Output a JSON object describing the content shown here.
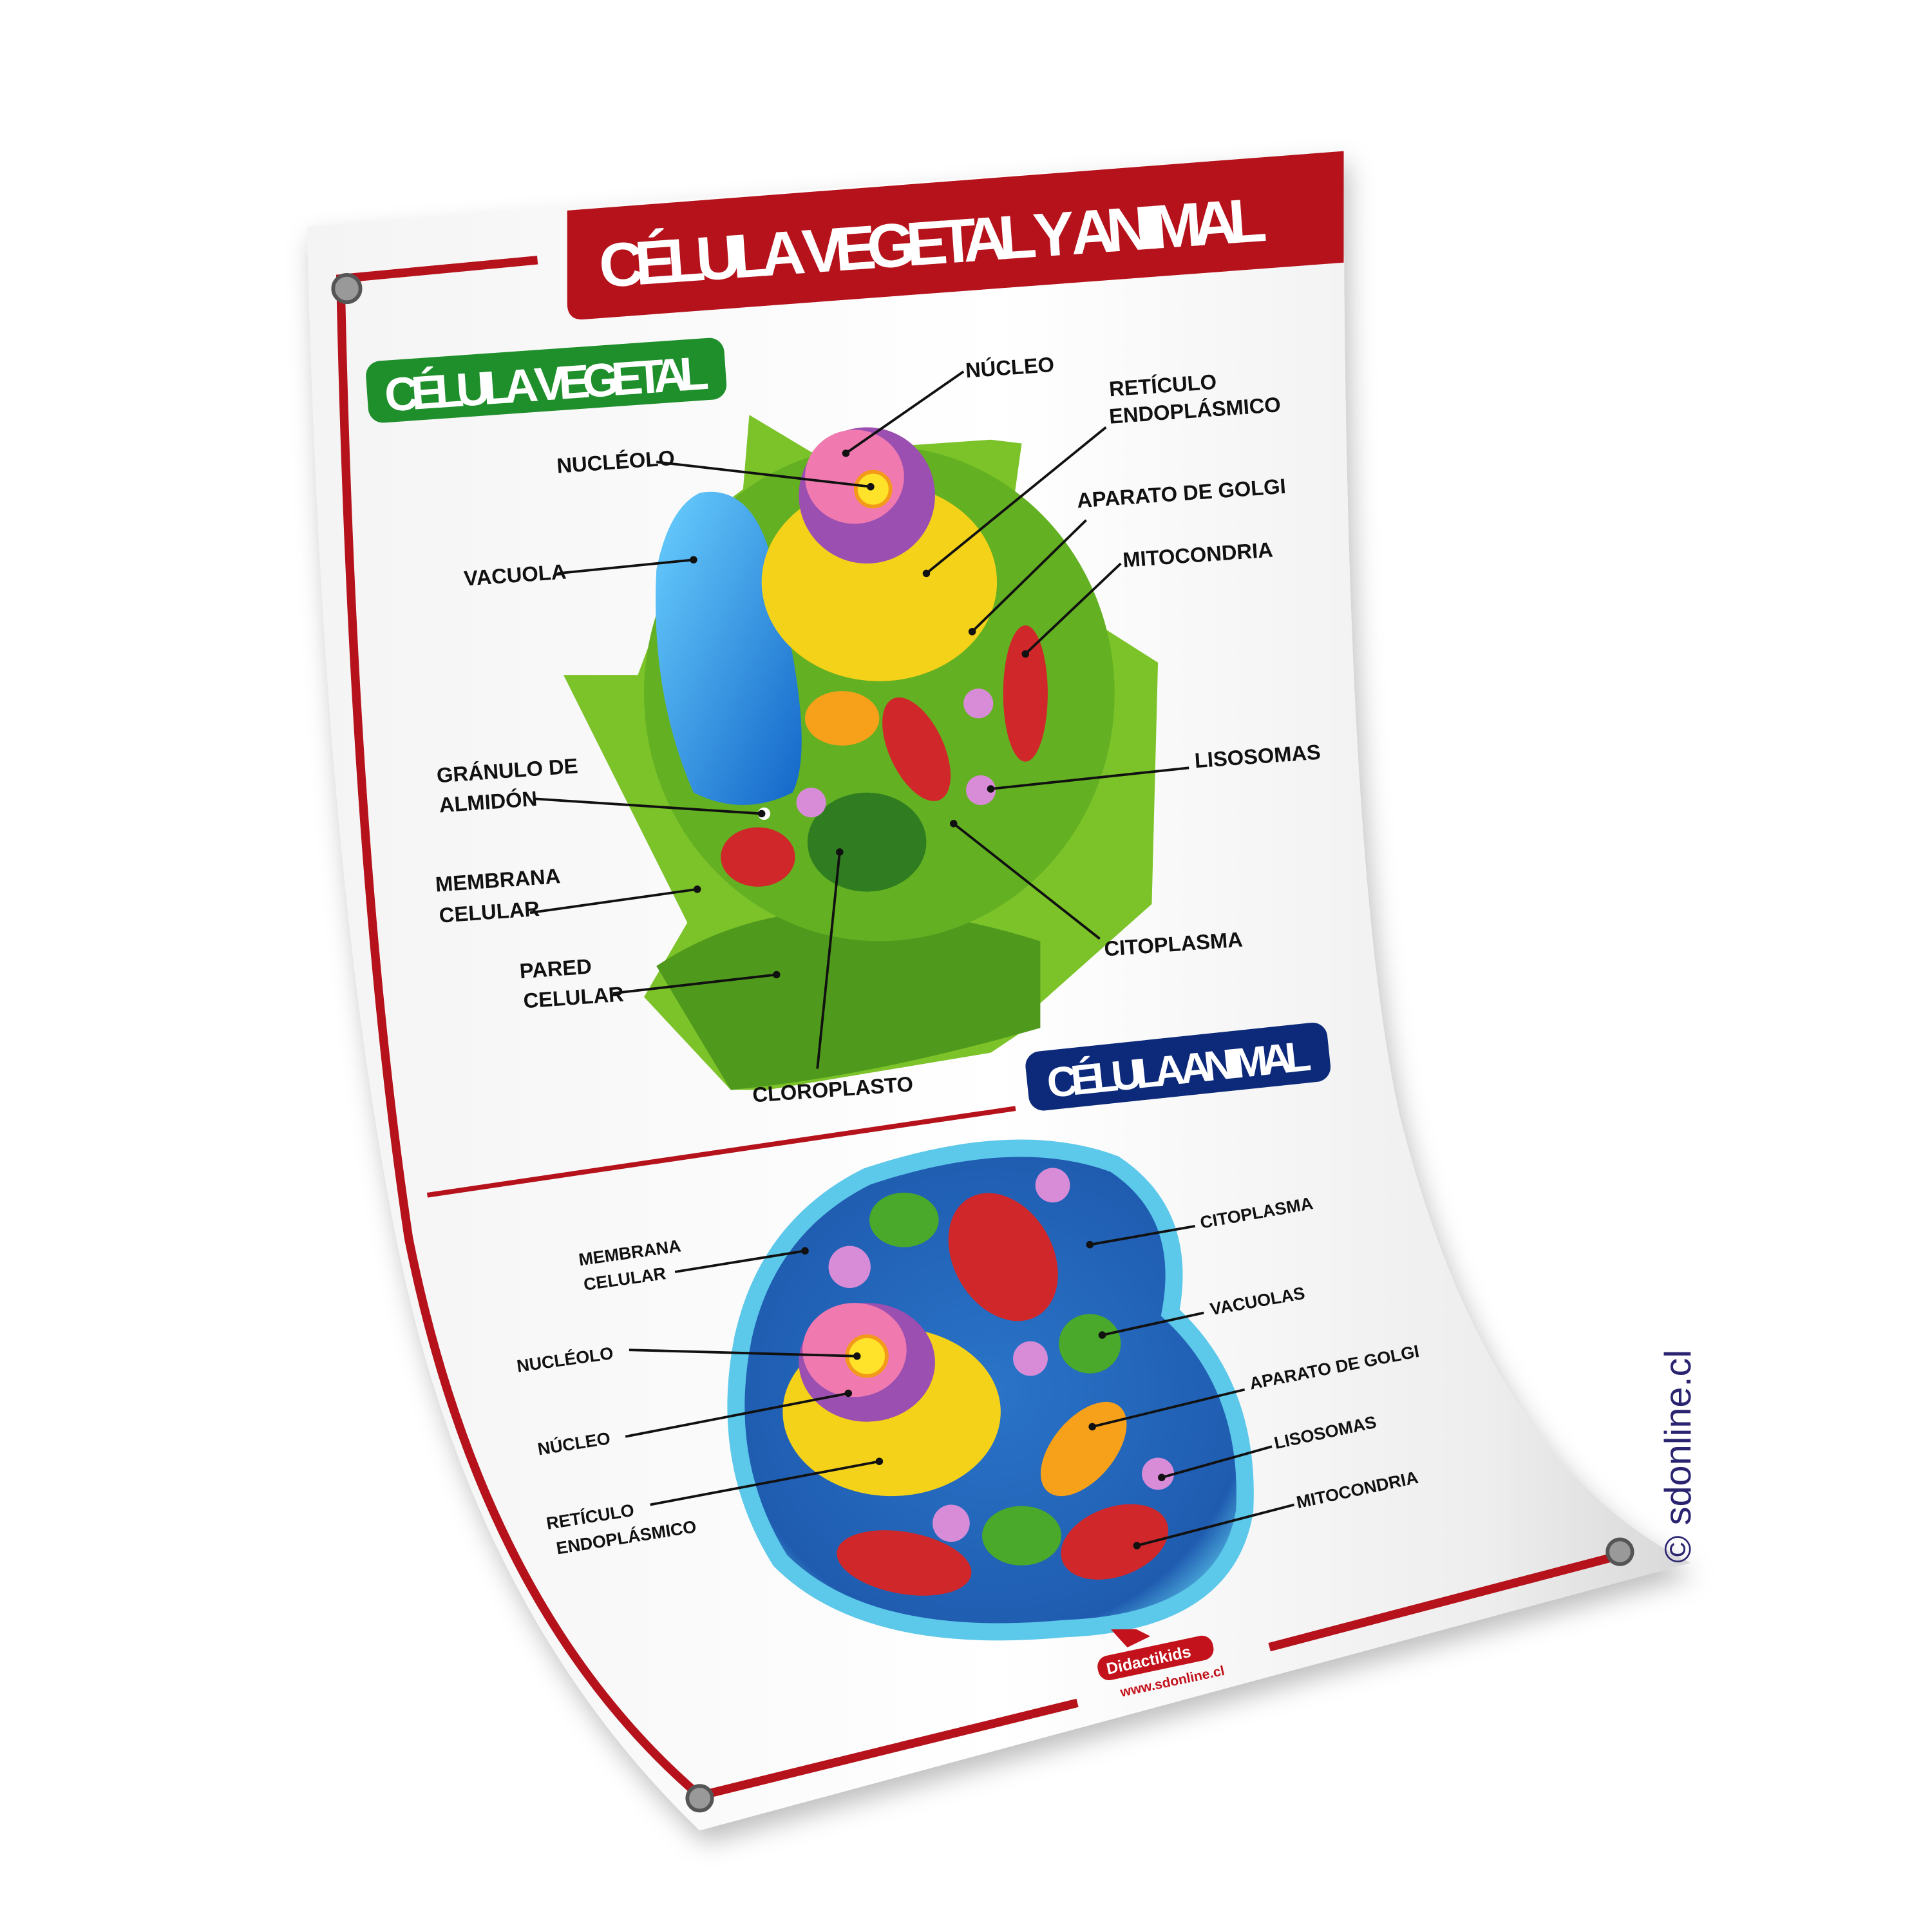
{
  "poster": {
    "title": "CÉLULA VEGETAL Y ANIMAL",
    "colors": {
      "title_bar": "#b5121b",
      "plant_header": "#1f8f2c",
      "animal_header": "#0d2a7a",
      "border": "#b5121b"
    }
  },
  "plant_cell": {
    "heading": "CÉLULA VEGETAL",
    "labels": {
      "nucleo": "NÚCLEO",
      "reticulo_1": "RETÍCULO",
      "reticulo_2": "ENDOPLÁSMICO",
      "nucleolo": "NUCLÉOLO",
      "golgi": "APARATO DE GOLGI",
      "vacuola": "VACUOLA",
      "mitocondria": "MITOCONDRIA",
      "lisosomas": "LISOSOMAS",
      "granulo_1": "GRÁNULO DE",
      "granulo_2": "ALMIDÓN",
      "membrana_1": "MEMBRANA",
      "membrana_2": "CELULAR",
      "pared_1": "PARED",
      "pared_2": "CELULAR",
      "citoplasma": "CITOPLASMA",
      "cloroplasto": "CLOROPLASTO"
    }
  },
  "animal_cell": {
    "heading": "CÉLULA ANIMAL",
    "labels": {
      "membrana_1": "MEMBRANA",
      "membrana_2": "CELULAR",
      "citoplasma": "CITOPLASMA",
      "vacuolas": "VACUOLAS",
      "nucleolo": "NUCLÉOLO",
      "golgi": "APARATO DE GOLGI",
      "nucleo": "NÚCLEO",
      "lisosomas": "LISOSOMAS",
      "reticulo_1": "RETÍCULO",
      "reticulo_2": "ENDOPLÁSMICO",
      "mitocondria": "MITOCONDRIA"
    }
  },
  "footer": {
    "brand": "Didactikids",
    "url": "www.sdonline.cl"
  },
  "watermark": "© sdonline.cl"
}
